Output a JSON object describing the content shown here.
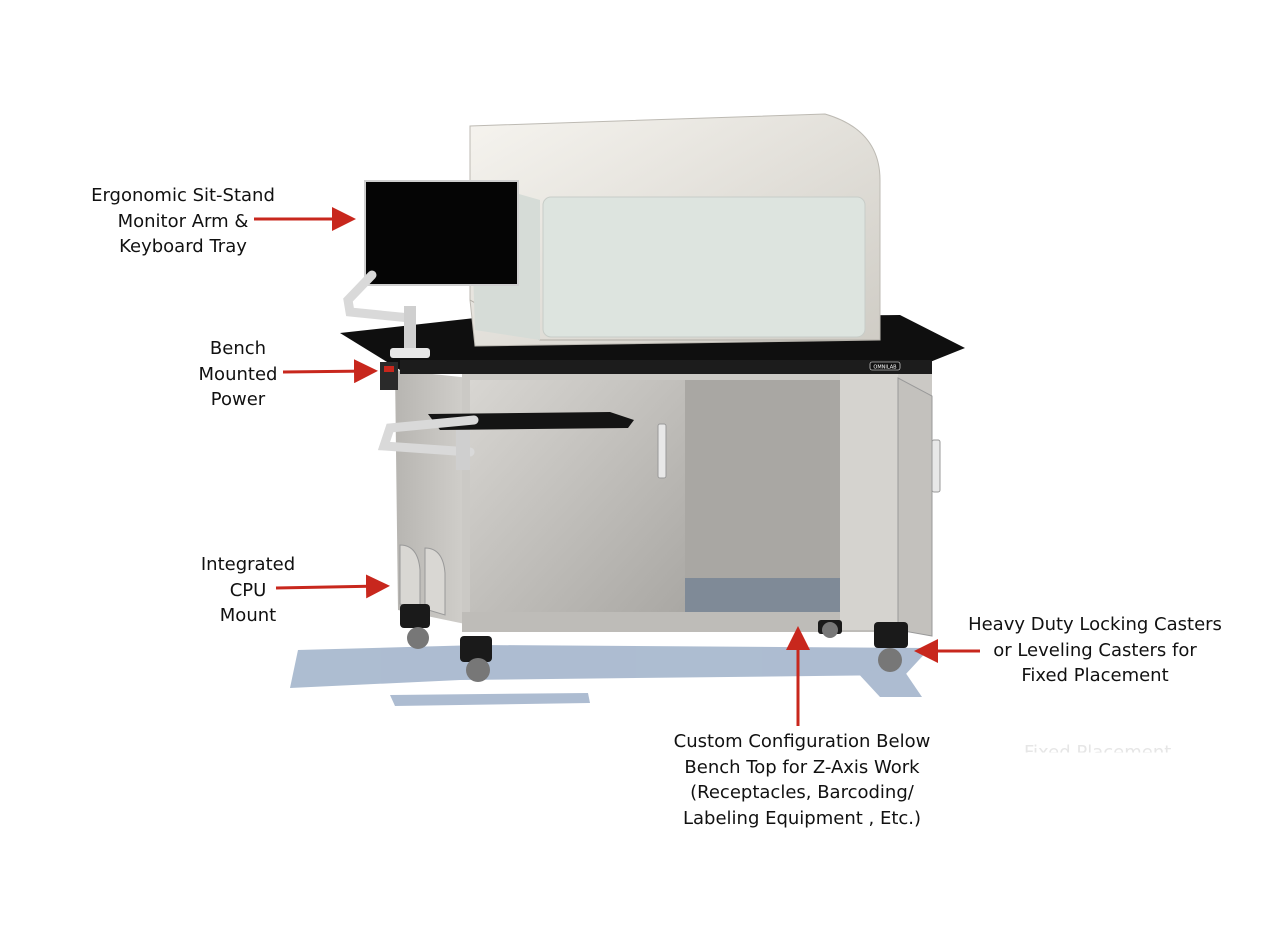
{
  "annotations": {
    "monitor_arm": {
      "lines": [
        "Ergonomic Sit-Stand",
        "Monitor Arm &",
        "Keyboard Tray"
      ]
    },
    "bench_power": {
      "lines": [
        "Bench",
        "Mounted",
        "Power"
      ]
    },
    "cpu_mount": {
      "lines": [
        "Integrated",
        "CPU",
        "Mount"
      ]
    },
    "casters": {
      "lines": [
        "Heavy Duty Locking Casters",
        "or Leveling Casters for",
        "Fixed Placement"
      ]
    },
    "configuration": {
      "lines": [
        "Custom Configuration Below",
        "Bench Top for Z-Axis Work",
        "(Receptacles, Barcoding/",
        "Labeling Equipment , Etc.)"
      ]
    }
  },
  "brand_badge": "OMNILAB",
  "ghost_caption": "Fixed Placement",
  "colors": {
    "arrow": "#c8271d",
    "bench_top": "#0f0f0f",
    "cabinet": "#c9c7c3",
    "enclosure": "#e9e7e2",
    "enclosure_window": "#dde4df",
    "shadow": "#9fb1c9"
  }
}
